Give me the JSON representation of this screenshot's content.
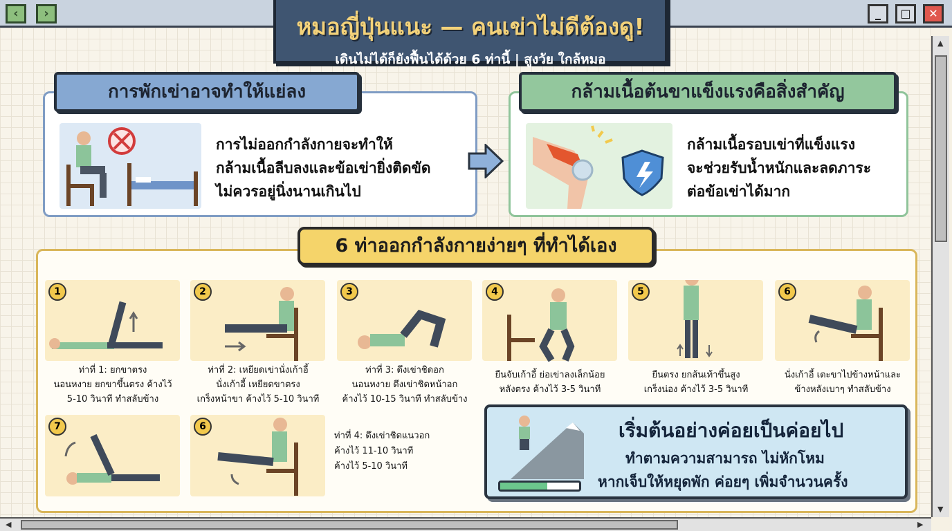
{
  "window": {
    "back_icon": "chevron-left",
    "forward_icon": "chevron-right",
    "minimize": "_",
    "maximize": "□",
    "close": "✕"
  },
  "header": {
    "title": "หมอญี่ปุ่นแนะ — คนเข่าไม่ดีต้องดู!",
    "subtitle": "เดินไม่ได้ก็ยังฟื้นได้ด้วย 6 ท่านี้ | สูงวัย ใกล้หมอ"
  },
  "panel_rest": {
    "title": "การพักเข่าอาจทำให้แย่ลง",
    "lines": [
      "การไม่ออกกำลังกายจะทำให้",
      "กล้ามเนื้อลีบลงและข้อเข่ายิ่งติดขัด",
      "ไม่ควรอยู่นิ่งนานเกินไป"
    ]
  },
  "panel_muscle": {
    "title": "กล้ามเนื้อต้นขาแข็งแรงคือสิ่งสำคัญ",
    "lines": [
      "กล้ามเนื้อรอบเข่าที่แข็งแรง",
      "จะช่วยรับน้ำหนักและลดภาระ",
      "ต่อข้อเข่าได้มาก"
    ]
  },
  "exercises": {
    "title": "6 ท่าออกกำลังกายง่ายๆ ที่ทำได้เอง",
    "items": [
      {
        "num": "1",
        "lines": [
          "ท่าที่ 1: ยกขาตรง",
          "นอนหงาย ยกขาขึ้นตรง ค้างไว้",
          "5-10 วินาที ทำสลับข้าง"
        ]
      },
      {
        "num": "2",
        "lines": [
          "ท่าที่ 2: เหยียดเข่านั่งเก้าอี้",
          "นั่งเก้าอี้ เหยียดขาตรง",
          "เกร็งหน้าขา ค้างไว้ 5-10 วินาที"
        ]
      },
      {
        "num": "3",
        "lines": [
          "ท่าที่ 3: ดึงเข่าชิดอก",
          "นอนหงาย ดึงเข่าชิดหน้าอก",
          "ค้างไว้ 10-15 วินาที ทำสลับข้าง"
        ]
      },
      {
        "num": "4",
        "lines": [
          "ยืนจับเก้าอี้ ย่อเข่าลงเล็กน้อย",
          "หลังตรง ค้างไว้ 3-5 วินาที"
        ]
      },
      {
        "num": "5",
        "lines": [
          "ยืนตรง ยกส้นเท้าขึ้นสูง",
          "เกร็งน่อง ค้างไว้ 3-5 วินาที"
        ]
      },
      {
        "num": "6",
        "lines": [
          "นั่งเก้าอี้ เตะขาไปข้างหน้าและ",
          "ข้างหลังเบาๆ ทำสลับข้าง"
        ]
      },
      {
        "num": "7"
      },
      {
        "num": "6"
      }
    ],
    "extra_lines": [
      "ท่าที่ 4: ดึงเข่าชิดแนวอก",
      "ค้างไว้ 11-10 วินาที",
      "ค้างไว้ 5-10 วินาที"
    ]
  },
  "tip": {
    "title": "เริ่มต้นอย่างค่อยเป็นค่อยไป",
    "lines": [
      "ทำตามความสามารถ ไม่หักโหม",
      "หากเจ็บให้หยุดพัก ค่อยๆ เพิ่มจำนวนครั้ง"
    ],
    "progress": 0.6
  }
}
